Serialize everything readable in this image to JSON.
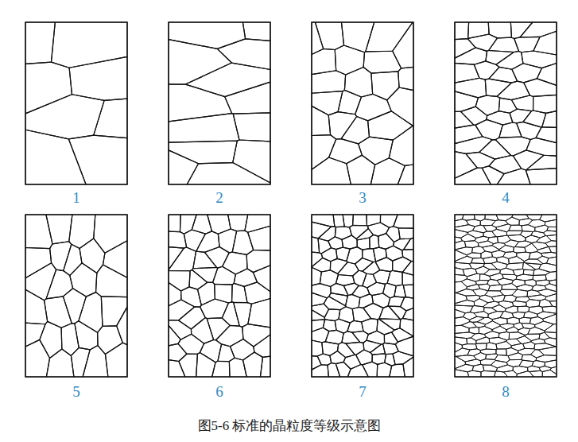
{
  "diagram": {
    "caption": "图5-6 标准的晶粒度等级示意图",
    "labels": [
      "1",
      "2",
      "3",
      "4",
      "5",
      "6",
      "7",
      "8"
    ]
  }
}
